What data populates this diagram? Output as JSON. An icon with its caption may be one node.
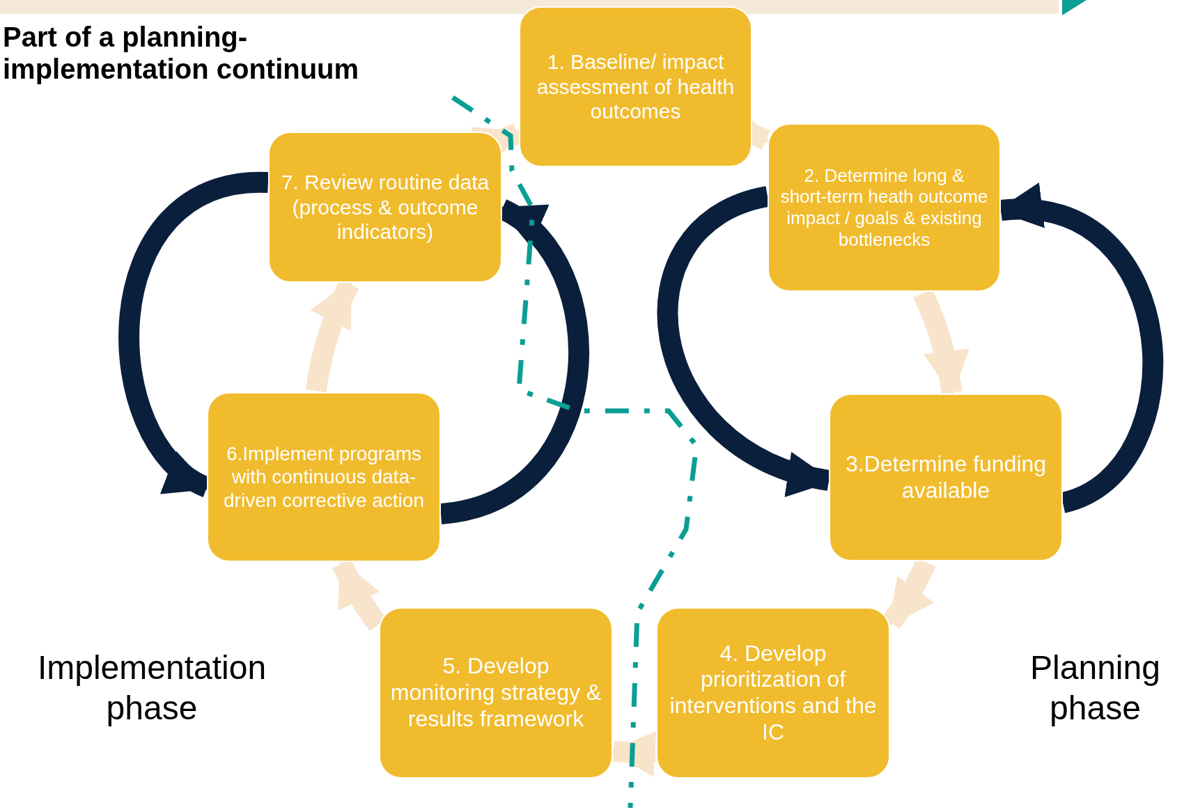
{
  "diagram": {
    "title": "Part of a planning-implementation continuum",
    "nodes": [
      {
        "text": [
          "1. Baseline/ impact assessment of health outcomes"
        ]
      },
      {
        "text": [
          "2. Determine long & short-term heath outcome impact / goals & existing bottlenecks"
        ]
      },
      {
        "text": [
          "3.Determine funding available"
        ]
      },
      {
        "text": [
          "4. Develop prioritization of interventions and the IC"
        ]
      },
      {
        "text": [
          "5. Develop monitoring strategy & results framework"
        ]
      },
      {
        "text": [
          "6.Implement programs with continuous data-driven corrective action"
        ]
      },
      {
        "text": [
          "7. Review routine data (process & outcome indicators)"
        ]
      }
    ],
    "edges": [
      {
        "from": 0,
        "to": 1,
        "arrow": "to"
      },
      {
        "from": 1,
        "to": 2,
        "arrow": "to"
      },
      {
        "from": 2,
        "to": 3,
        "arrow": "to"
      },
      {
        "from": 3,
        "to": 4,
        "arrow": "to"
      },
      {
        "from": 4,
        "to": 5,
        "arrow": "to"
      },
      {
        "from": 5,
        "to": 6,
        "arrow": "to"
      },
      {
        "from": 6,
        "to": 0,
        "arrow": "to"
      },
      {
        "from": 6,
        "to": 5,
        "arrow": "to",
        "color": "#0a1f3c"
      },
      {
        "from": 5,
        "to": 6,
        "arrow": "to",
        "color": "#0a1f3c"
      },
      {
        "from": 1,
        "to": 2,
        "arrow": "to",
        "color": "#0a1f3c"
      },
      {
        "from": 2,
        "to": 1,
        "arrow": "to",
        "color": "#0a1f3c"
      }
    ],
    "labels": [
      "Implementation phase",
      "Planning phase"
    ]
  }
}
